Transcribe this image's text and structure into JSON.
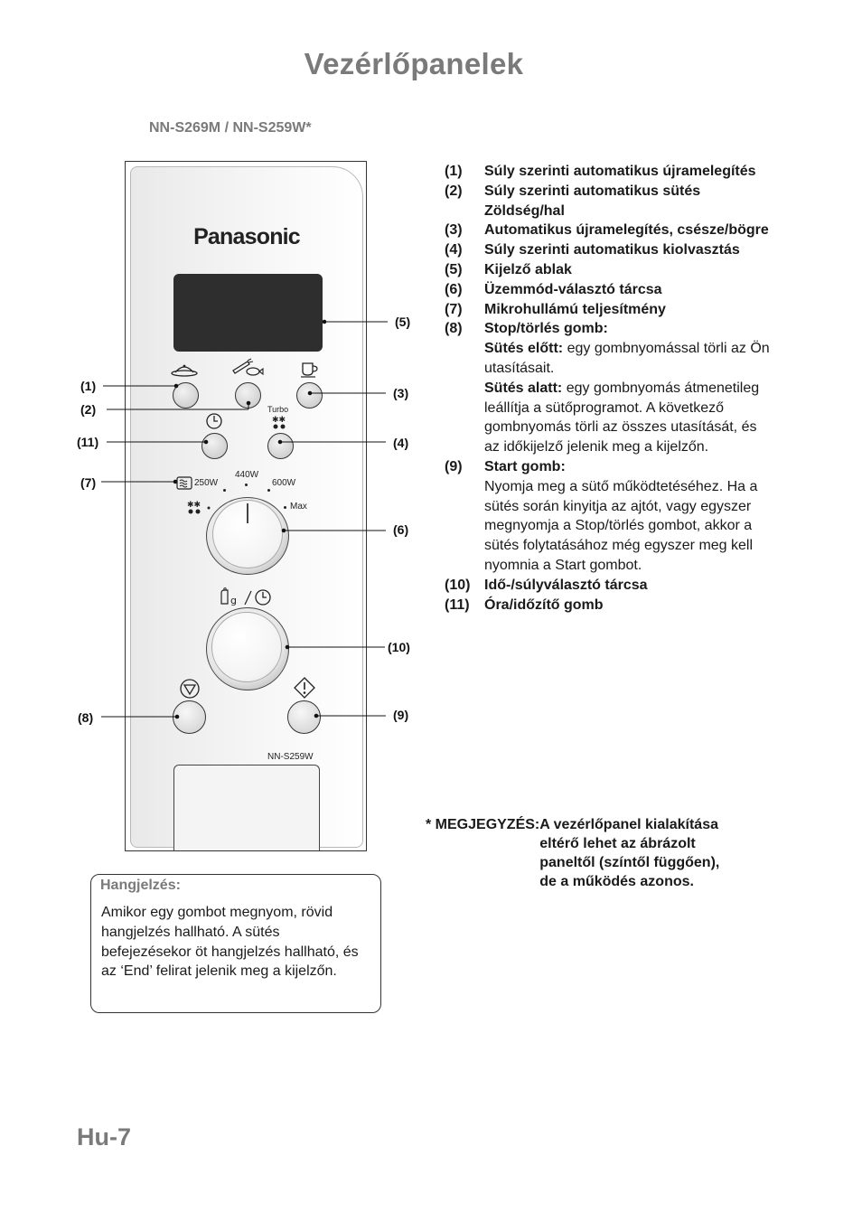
{
  "page": {
    "title": "Vezérlőpanelek",
    "model_line": "NN-S269M  / NN-S259W*",
    "page_number": "Hu-7"
  },
  "panel": {
    "brand": "Panasonic",
    "turbo_label": "Turbo",
    "power_250": "250W",
    "power_440": "440W",
    "power_600": "600W",
    "power_max": "Max",
    "model_label": "NN-S259W",
    "icons": [
      "reheat-plate-icon",
      "vegetable-fish-icon",
      "cup-mug-icon",
      "clock-icon",
      "turbo-defrost-icon",
      "microwave-waves-icon",
      "defrost-icon",
      "weight-time-icon",
      "stop-icon",
      "start-icon"
    ]
  },
  "callouts": {
    "c1": "(1)",
    "c2": "(2)",
    "c3": "(3)",
    "c4": "(4)",
    "c5": "(5)",
    "c6": "(6)",
    "c7": "(7)",
    "c8": "(8)",
    "c9": "(9)",
    "c10": "(10)",
    "c11": "(11)"
  },
  "legend": {
    "items": [
      {
        "num": "(1)",
        "text": "Súly szerinti automatikus újramelegítés"
      },
      {
        "num": "(2)",
        "text": "Súly szerinti automatikus sütés Zöldség/hal"
      },
      {
        "num": "(3)",
        "text": "Automatikus újramelegítés, csésze/bögre"
      },
      {
        "num": "(4)",
        "text": "Súly szerinti automatikus kiolvasztás"
      },
      {
        "num": "(5)",
        "text": "Kijelző ablak"
      },
      {
        "num": "(6)",
        "text": "Üzemmód-választó tárcsa"
      },
      {
        "num": "(7)",
        "text": "Mikrohullámú teljesítmény"
      },
      {
        "num": "(8)",
        "text": "Stop/törlés gomb:"
      },
      {
        "num": "(9)",
        "text": "Start gomb:"
      },
      {
        "num": "(10)",
        "text": "Idő-/súlyválasztó tárcsa"
      },
      {
        "num": "(11)",
        "text": "Óra/időzítő gomb"
      }
    ],
    "stop_before_label": "Sütés előtt:",
    "stop_before_text": " egy gombnyomással törli az Ön utasításait.",
    "stop_during_label": "Sütés alatt:",
    "stop_during_text": " egy gombnyomás átmenetileg leállítja a sütőprogramot. A következő gombnyomás törli az összes utasítását, és az időkijelző jelenik meg a kijelzőn.",
    "start_text": "Nyomja meg a sütő működtetéséhez. Ha a sütés során kinyitja az ajtót, vagy egyszer megnyomja a Stop/törlés gombot, akkor a sütés folytatásához még egyszer meg kell nyomnia a Start gombot."
  },
  "note": {
    "label": "* MEGJEGYZÉS:",
    "text": "A vezérlőpanel kialakítása eltérő lehet az ábrázolt paneltől (színtől függően), de a működés azonos."
  },
  "beep": {
    "title": "Hangjelzés:",
    "text": "Amikor egy gombot megnyom, rövid hangjelzés hallható. A sütés befejezésekor öt hangjelzés hallható, és az ‘End’ felirat jelenik meg a kijelzőn."
  }
}
